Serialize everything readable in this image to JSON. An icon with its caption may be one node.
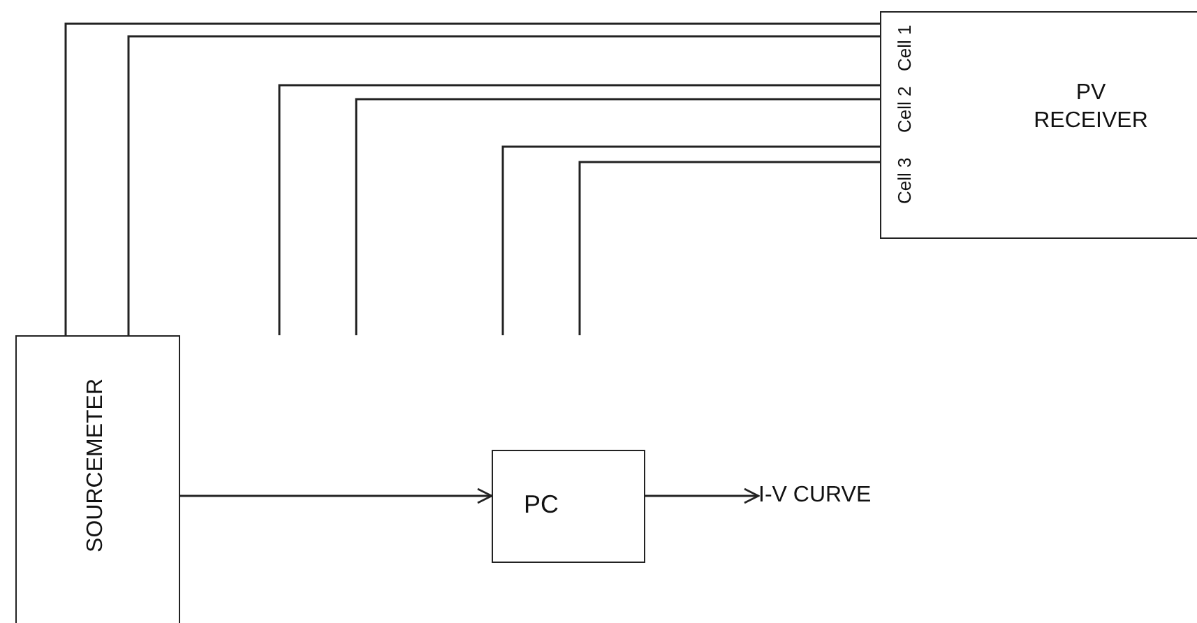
{
  "diagram": {
    "nodes": [
      {
        "text": [
          "SOURCEMETER"
        ]
      },
      {
        "text": [
          "PV RECEIVER"
        ]
      },
      {
        "text": [
          "Cell 1"
        ],
        "in": 1
      },
      {
        "text": [
          "Cell 2"
        ],
        "in": 1
      },
      {
        "text": [
          "Cell 3"
        ],
        "in": 1
      },
      {
        "text": [
          "PC"
        ]
      },
      {
        "text": [
          "I-V CURVE"
        ]
      }
    ],
    "edges": [
      {
        "from": 0,
        "to": 2,
        "arrow": "none"
      },
      {
        "from": 0,
        "to": 2,
        "arrow": "none"
      },
      {
        "from": null,
        "to": 3,
        "arrow": "none"
      },
      {
        "from": null,
        "to": 3,
        "arrow": "none"
      },
      {
        "from": null,
        "to": 4,
        "arrow": "none"
      },
      {
        "from": null,
        "to": 4,
        "arrow": "none"
      },
      {
        "from": 0,
        "to": 5,
        "arrow": "to"
      },
      {
        "from": 5,
        "to": 6,
        "arrow": "to"
      }
    ]
  }
}
